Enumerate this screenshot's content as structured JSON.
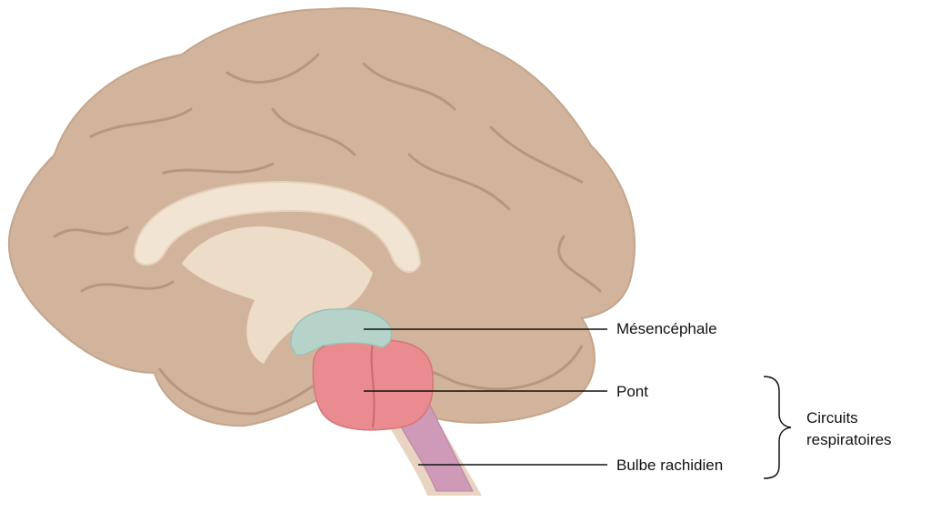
{
  "labels": {
    "midbrain": "Mésencéphale",
    "pons": "Pont",
    "medulla": "Bulbe rachidien",
    "group_line1": "Circuits",
    "group_line2": "respiratoires"
  },
  "colors": {
    "cerebrum": "#d2b49c",
    "cerebrum_dark": "#b8967c",
    "corpus_callosum": "#f2e4d2",
    "midbrain": "#b5d3c9",
    "pons": "#e98b8f",
    "medulla": "#cf9ab8"
  }
}
